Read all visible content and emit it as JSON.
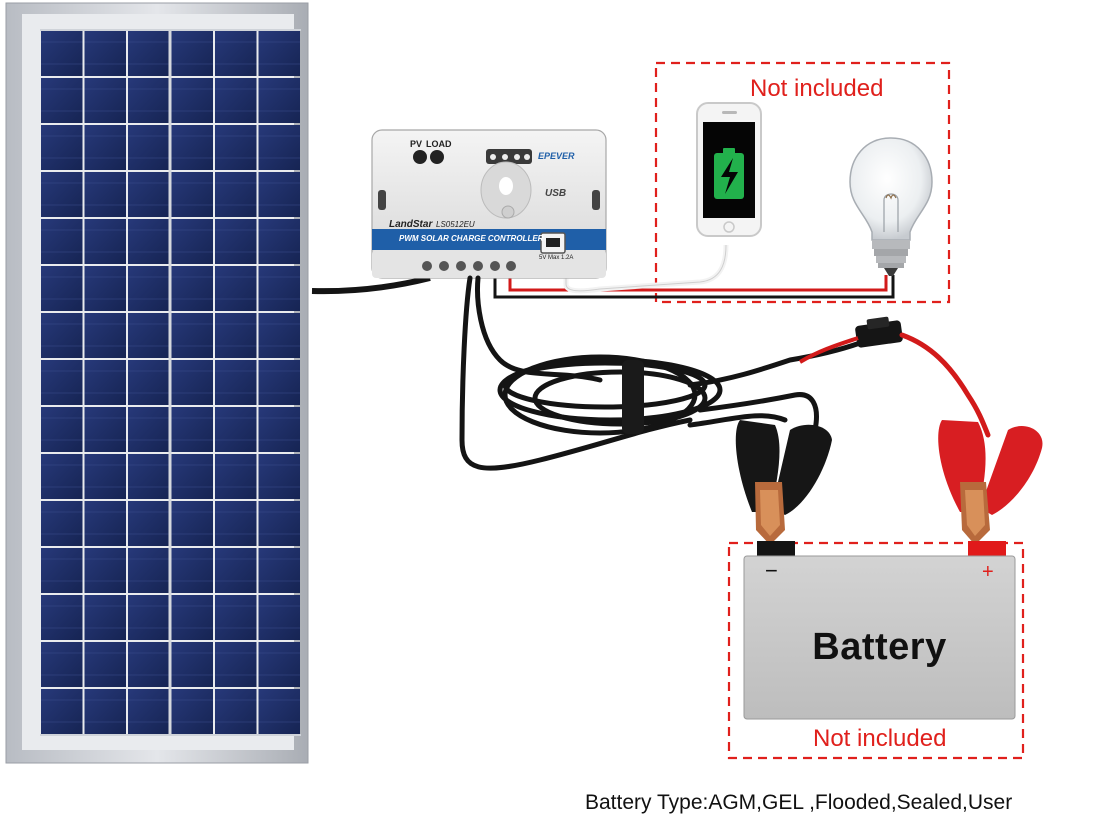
{
  "diagram": {
    "load_box": {
      "label": "Not included"
    },
    "battery": {
      "label": "Battery",
      "negative_sign": "−",
      "positive_sign": "+",
      "box_label": "Not included"
    },
    "battery_type_text": "Battery Type:AGM,GEL ,Flooded,Sealed,User",
    "controller": {
      "brand": "EPEVER",
      "model_name": "LandStar",
      "model_code": "LS0512EU",
      "band_text": "PWM SOLAR CHARGE CONTROLLER",
      "pv_label": "PV",
      "load_label": "LOAD",
      "usb_label": "USB",
      "usb_rating": "5V  Max 1.2A"
    },
    "colors": {
      "dashed_border": "#e0201c",
      "panel_frame": "#c9ccd2",
      "panel_cell": "#1c2a5e",
      "cable_black": "#141414",
      "cable_red": "#d21a1a",
      "battery_body": "#c8c8c8",
      "controller_band": "#1f5fa8"
    },
    "icons": [
      "solar-panel",
      "charge-controller",
      "smartphone",
      "light-bulb",
      "battery",
      "alligator-clip",
      "fuse-holder"
    ]
  }
}
